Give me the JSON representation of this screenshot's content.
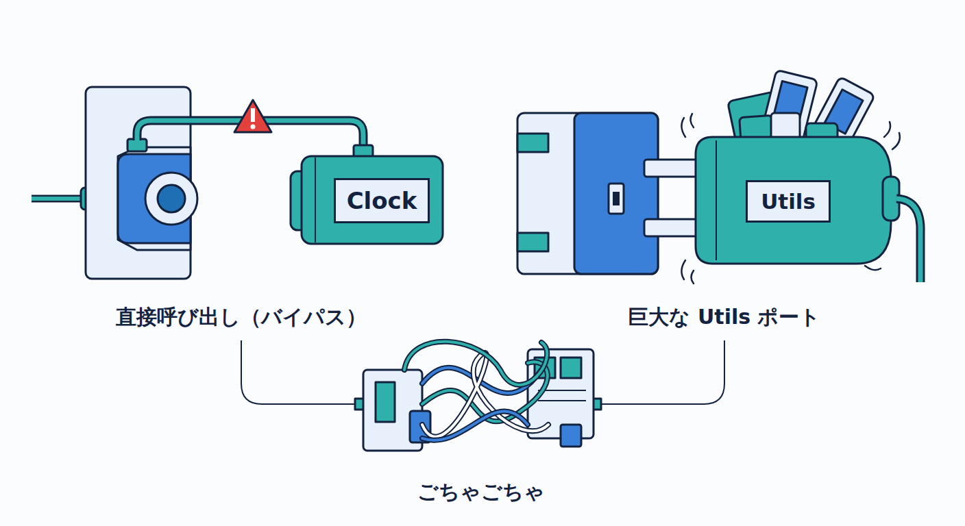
{
  "diagram": {
    "nodes": [
      {
        "text": [
          "Clock"
        ]
      },
      {
        "text": [
          "Utils"
        ]
      }
    ],
    "labels": [
      "直接呼び出し（バイパス）",
      "巨大な Utils ポート",
      "ごちゃごちゃ"
    ]
  }
}
